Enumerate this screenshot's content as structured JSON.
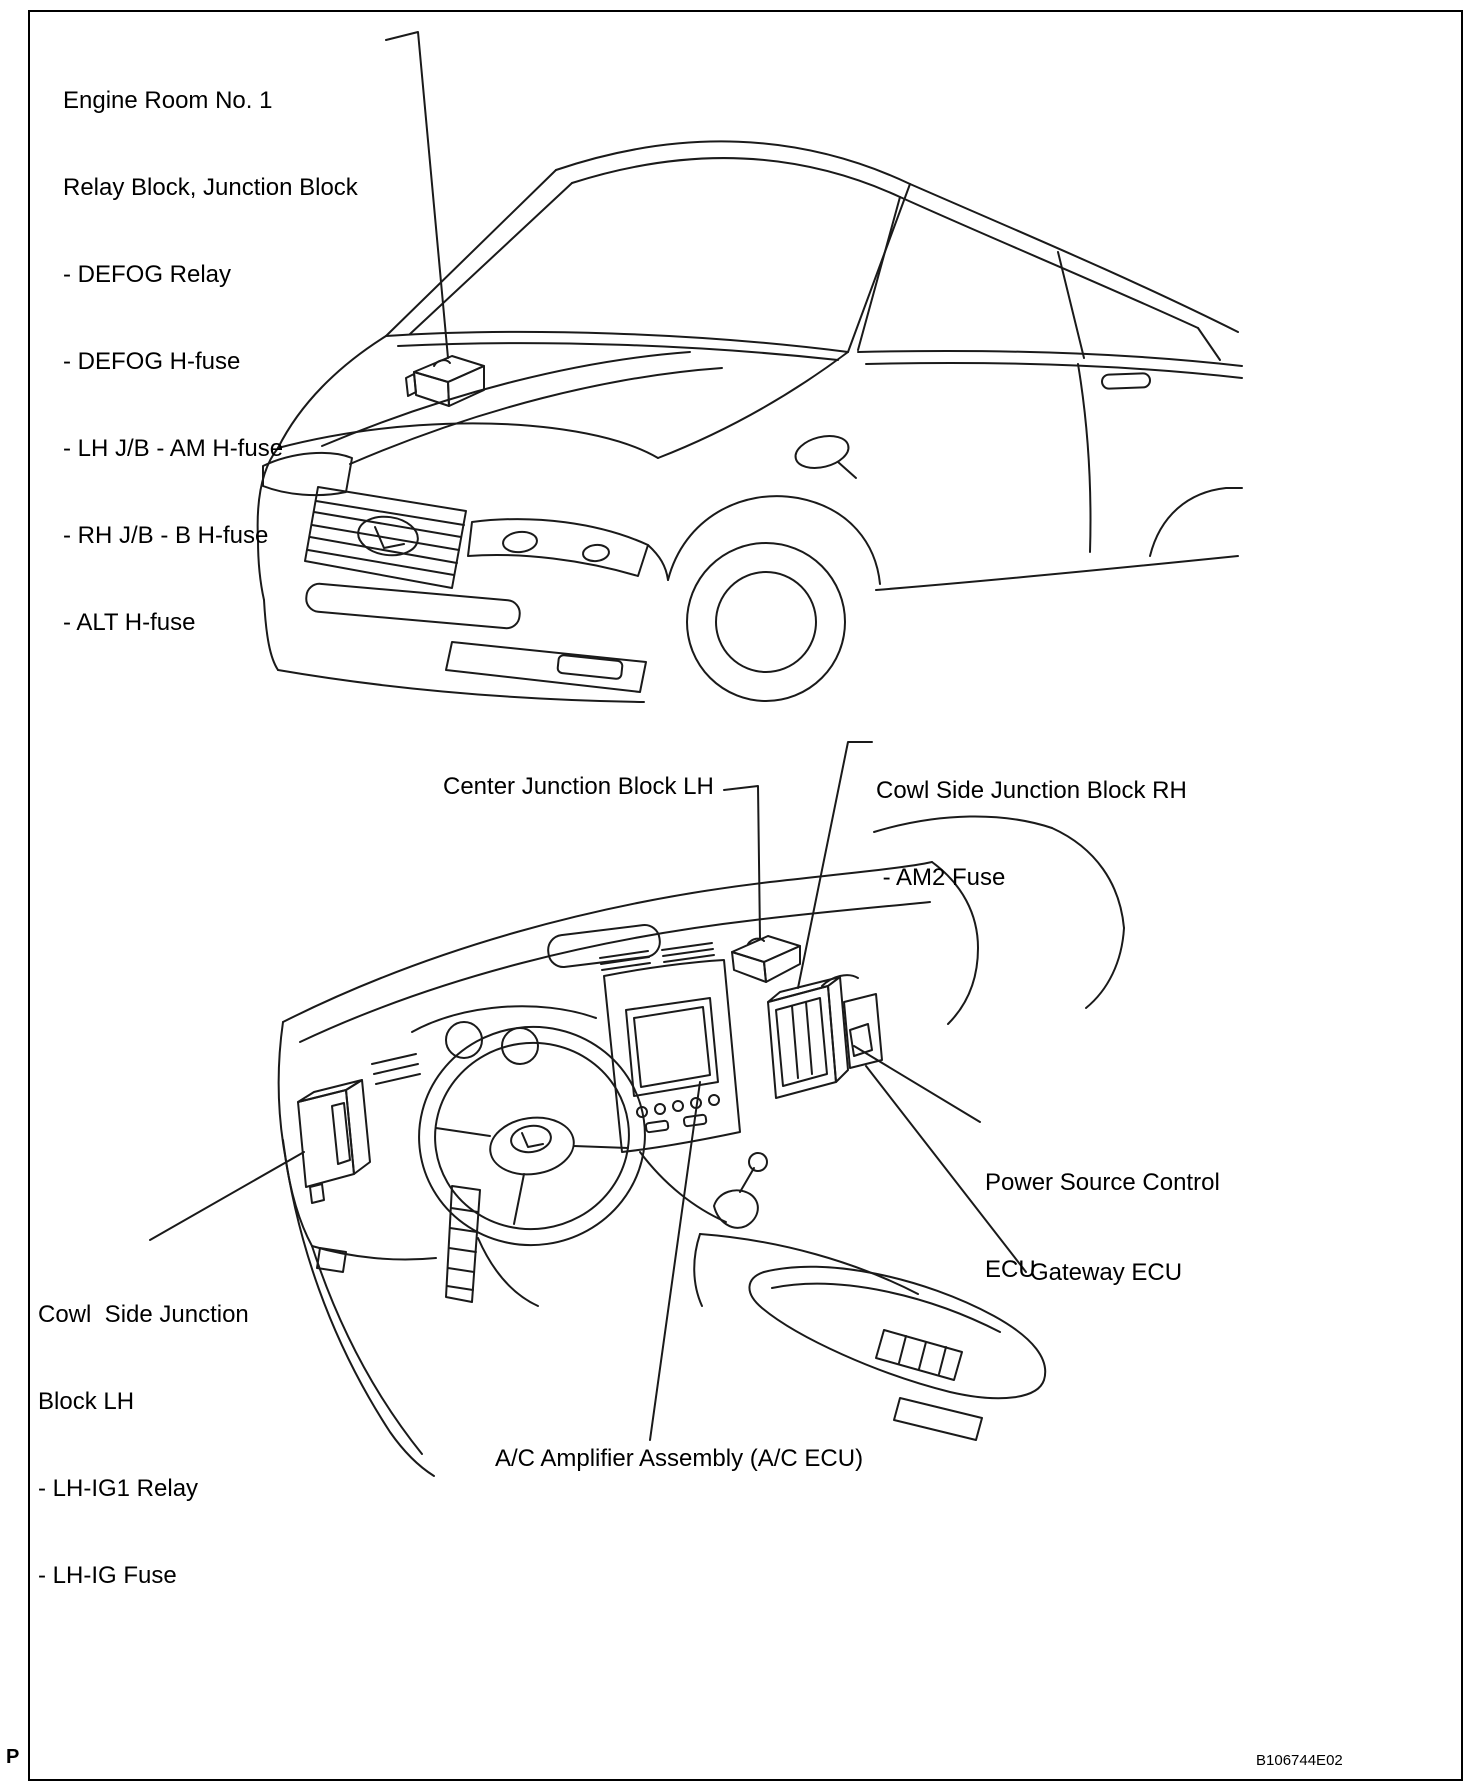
{
  "page": {
    "corner_mark": "P",
    "figure_code": "B106744E02",
    "background_color": "#ffffff",
    "line_color": "#1a1a1a"
  },
  "labels": {
    "engine_room": {
      "lines": [
        "Engine Room No. 1",
        "Relay Block, Junction Block",
        "- DEFOG Relay",
        "- DEFOG H-fuse",
        "- LH J/B - AM H-fuse",
        "- RH J/B - B H-fuse",
        "- ALT H-fuse"
      ]
    },
    "cowl_side_rh": {
      "lines": [
        "Cowl Side Junction Block RH",
        " - AM2 Fuse"
      ]
    },
    "center_junction_lh": "Center Junction Block LH",
    "power_source_ecu": {
      "lines": [
        "Power Source Control",
        "ECU"
      ]
    },
    "gateway_ecu": "Gateway ECU",
    "cowl_side_lh": {
      "lines": [
        "Cowl  Side Junction",
        "Block LH",
        "- LH-IG1 Relay",
        "- LH-IG Fuse"
      ]
    },
    "ac_amplifier": "A/C Amplifier Assembly (A/C ECU)"
  },
  "figures": {
    "top": "car-front-three-quarter-line-drawing",
    "bottom": "dashboard-interior-line-drawing"
  }
}
